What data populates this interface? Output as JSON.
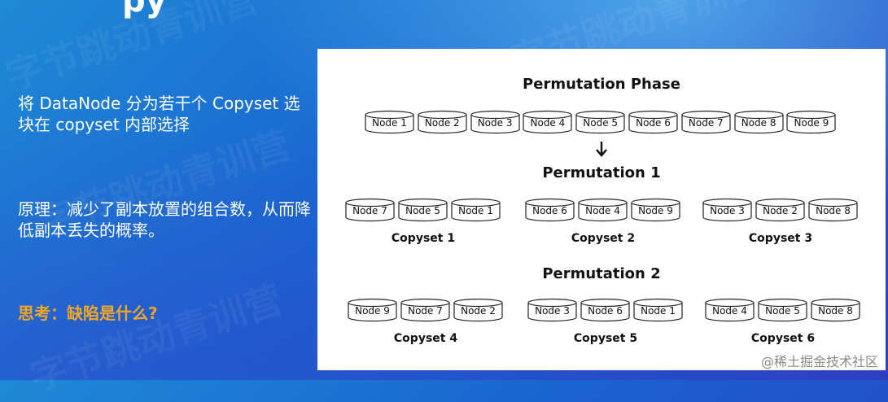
{
  "slide": {
    "title_fragment": "py",
    "bullet1": "将 DataNode 分为若干个 Copyset 选块在 copyset 内部选择",
    "bullet2": "原理：减少了副本放置的组合数，从而降低副本丢失的概率。",
    "bullet3": "思考：缺陷是什么?",
    "watermark": "字节跳动青训营",
    "footer_watermark": "@稀土掘金技术社区"
  },
  "diagram": {
    "phase_title": "Permutation Phase",
    "phase_nodes": [
      "Node 1",
      "Node 2",
      "Node 3",
      "Node 4",
      "Node 5",
      "Node 6",
      "Node 7",
      "Node 8",
      "Node 9"
    ],
    "perm1_title": "Permutation 1",
    "perm1_groups": [
      {
        "label": "Copyset 1",
        "nodes": [
          "Node 7",
          "Node 5",
          "Node 1"
        ]
      },
      {
        "label": "Copyset 2",
        "nodes": [
          "Node 6",
          "Node 4",
          "Node 9"
        ]
      },
      {
        "label": "Copyset 3",
        "nodes": [
          "Node 3",
          "Node 2",
          "Node 8"
        ]
      }
    ],
    "perm2_title": "Permutation 2",
    "perm2_groups": [
      {
        "label": "Copyset 4",
        "nodes": [
          "Node 9",
          "Node 7",
          "Node 2"
        ]
      },
      {
        "label": "Copyset 5",
        "nodes": [
          "Node 3",
          "Node 6",
          "Node 1"
        ]
      },
      {
        "label": "Copyset 6",
        "nodes": [
          "Node 4",
          "Node 5",
          "Node 8"
        ]
      }
    ]
  }
}
